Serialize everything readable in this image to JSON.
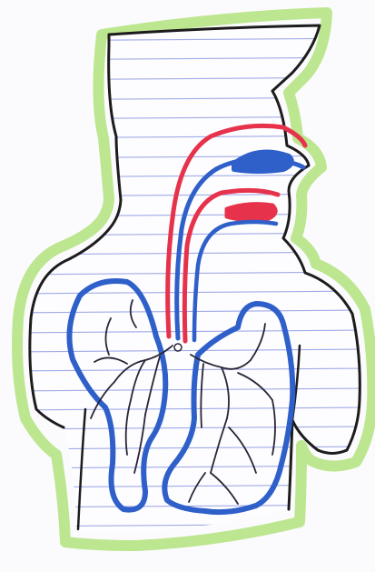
{
  "drawing": {
    "subject": "respiratory-system-sketch",
    "colors": {
      "paper": "#fbfbfd",
      "ruled_line": "#8a96e0",
      "outline": "#1d1b1c",
      "highlighter_border": "#b9e58a",
      "airway_red": "#e6324b",
      "airway_blue": "#2f5fc9",
      "bronchi": "#2a2536"
    },
    "parts": [
      "head-profile",
      "nasal-cavity",
      "oral-cavity",
      "trachea",
      "left-lung",
      "right-lung",
      "bronchi"
    ]
  }
}
